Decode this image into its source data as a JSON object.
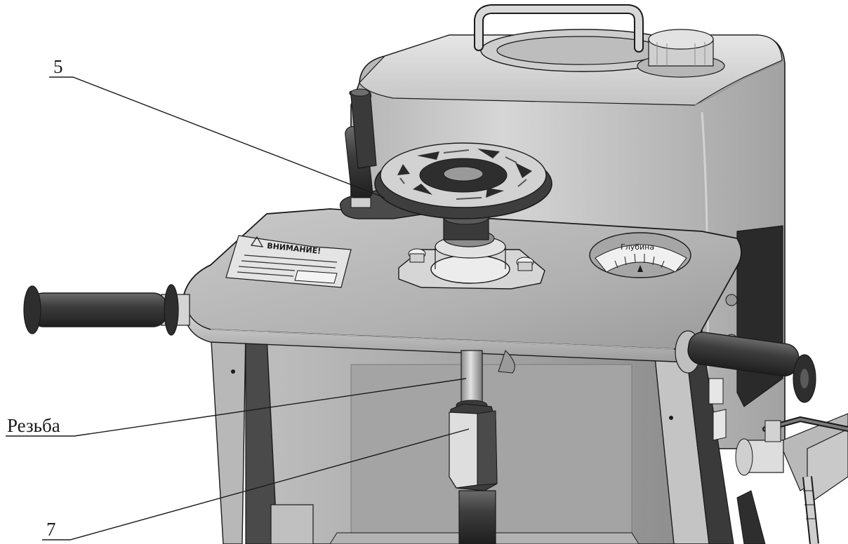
{
  "callouts": {
    "part_5": "5",
    "thread": "Резьба",
    "part_7": "7"
  },
  "plate_sign": "ВНИМАНИЕ!",
  "gauge_label": "Глубина",
  "colors": {
    "ink": "#1a1a1a",
    "metal_light": "#d9d9d9",
    "metal_mid": "#a9a9a9",
    "metal_dark": "#5f5f5f",
    "rubber": "#3a3a3a"
  }
}
